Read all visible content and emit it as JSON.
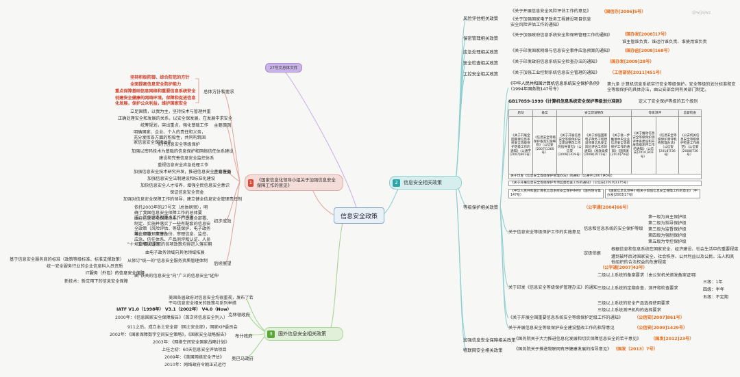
{
  "top_tag": "27号文总体文件",
  "center": "信息安全政策",
  "watermark": "@wjjsjwz",
  "b1": {
    "badge": "1",
    "title": "《国家信息化领导小组关于加强信息安全保障工作的意见》",
    "color": "#d94a38"
  },
  "b2": {
    "badge": "2",
    "title": "信息安全相关政策",
    "color": "#2aa6a8"
  },
  "b3": {
    "badge": "3",
    "title": "国外信息安全相关政策",
    "color": "#5aa636"
  },
  "left": {
    "g1_label": "总体方针和要求",
    "g1": [
      "坚持积极防御、综合防范的方针",
      "全面提高信息安全防护能力",
      "重点保障基础信息网络和重要信息系统安全",
      "创建安全健康的网络环境，保障和促进信息化发展，保护公众利益，维护国家安全"
    ],
    "g2_label": "主要原则",
    "g2": [
      "立足国情，以我为主，坚持技术与管理并重",
      "正确处理安全和发展的关系，以安全保发展，在发展中求安全",
      "统筹规划，突出重点，强化基础工作",
      "明确国家、企业、个人的责任和义务，充分发挥各方面的积极性，共同构筑国家信息安全保障体系"
    ],
    "g3_label": "主要任务",
    "g3": [
      "实行信息安全等级保护",
      "加强以密码技术为基础的信息保护和网络信任体系建设",
      "建设和完善信息安全监控体系",
      "重视信息安全应急处理工作",
      "加强信息安全技术研究开发，推进信息安全产业发展",
      "加强信息安全法制建设和标准化建设",
      "加快信息安全人才培养，增强全民信息安全意识",
      "保证信息安全资金",
      "加强对信息安全保障工作的领导，建立健全信息安全管理责任制"
    ],
    "g4_label": "初步成效",
    "g4": [
      "依托2003年的27号文（总体纲领），明确了我国信息安全保障工作的总体要求、工作思路和重点工作内容等",
      "围绕信息安全保障体系，广泛组合部署、制定、实施并落实了一些有配套的信息安全政策（风险评估、等级保护、电子政务等、应急预案等）",
      "某些领域：灾害备份、审理信息、监控、应急、信任体系、产品测评和认证、人员培训和认证等"
    ],
    "g5_label": "后续展望",
    "g5": [
      "\"十一五\"期间采取的各项政策均得进入落实期",
      "由电子政务领域向其他领域拓展",
      "从修订\"统一的\"信息安全服务资质管理体制",
      "IT服务（外包）的信息安全保障",
      "由\"铁关的信息安全\"向\"广义的信息安全\"延伸"
    ],
    "g5_side": [
      "基于信息安全服务商的标准（政策等级标准、标准支撑政策）",
      "统一安全服务行业的企业信息科人员资质",
      "新技术：新应用下的信息安全保障"
    ]
  },
  "right": {
    "c1": "风险评估相关政策",
    "c1_items": [
      "《关于开展信息安全风险评估工作的意见》",
      "《关于加强国家电子政务工程建设项目信息安全风险评估工作的通知》"
    ],
    "c1_tag": "（国信办[2006]5号）",
    "c2": "保密管理相关政策",
    "c2_items": [
      "《关于加强政府信息系统安全和保密管理工作的通知》"
    ],
    "c2_tag": "（国办发[2008]17号）",
    "c2_note": "谁主管谁负责、谁运行谁负责、谁使用谁负责",
    "c3": "应急处理相关政策",
    "c3_items": [
      "《关于印发国家网络与信息安全事件应急预案的通知》"
    ],
    "c3_tag": "（国办函[2008]168号）",
    "c4": "安全检查相关政策",
    "c4_items": [
      "《关于印发政府信息系统安全检查办法的通知》"
    ],
    "c4_tag": "（国办发[2009]28号）",
    "c5": "工控安全相关政策",
    "c5_items": [
      "《关于加强工业控制系统信息安全管理的通知》"
    ],
    "c5_tag": "（工信部协[2011]451号）",
    "d1": "《中华人民共和国计算机信息系统安全保护条例》（1994年国务院147号令）",
    "d1_note": "第九条 计算机信息系统实行安全等级保护。安全等级的划分标准和安全等级保护的具体办法，由公安部会同有关部门制定。",
    "d2": "GB17859-1999《计算机信息系统安全保护等级划分准则》",
    "d2_note": "定义了安全保护等级的五个级别",
    "table_head": [
      "启动",
      "备案",
      "安全建设整改",
      "",
      "等级测评",
      "",
      "监督检查"
    ],
    "table_body": [
      "《关于开展全国重要信息系统安全等级保护定级工作的通知》（公通字[2007]861号）",
      "《信息安全等级保护备案实施细则》（公信安[2007]1360号）",
      "《关于开展信息安全等级保护安全建设整改工作的指导意见》（公信安[2009]1429号）",
      "《关于加强国家电子政务工程建设项目信息安全风险评估工作的通知》（发改高技[2008]2071号）",
      "《关于进一步推进中央企业信息安全等级保护工作的通知》（国资发[2010]70号）",
      "《关于推动信息安全等级保护测评体系建设和开展等级测评工作的通知》（公信安[2010]303号）",
      "《信息安全等级保护测评机构管理办法》（公信安[2018]736号）",
      "《公安机关信息安全等级保护检查工作规范》（公信安[2008]736号）"
    ],
    "row_a": "关于印发《信息安全等级保护管理办法》的通知（公通字[2007]43号）",
    "row_b": "《关于开展信息安全等级保护专项监督检查工作的通知》（公信安[2010]1175号）",
    "row_c1": "《中华人民共和国计算机信息系统安全保护条例》（国务院令第147号）",
    "row_c2": "《国家信息化领导小组关于加强信息安全保障工作的意见》（中办发[2003]27号）",
    "c6": "等级保护相关政策",
    "e1": "关于信息安全等级保护工作的实施意见",
    "e1_tag": "（公字通[2004]66号）",
    "e2": "信息和信息系统的安全保护等级",
    "e2_items": [
      "第一级为自主保护级",
      "第二级为指导保护级",
      "第三级为监督保护级",
      "第四级为强制保护级",
      "第五级为专控保护级"
    ],
    "e3": "定级依据",
    "e3_items": [
      "根据信息和信息系统在国家安全、经济建设、社会生活中的重要程度",
      "遭到破坏后对国家安全、社会秩序、公共利益以及公民、法人和其他组织的合法权益的危害程度"
    ],
    "e4": "关于印发《信息安全等级保护管理办法》的通知",
    "e4_tag": "（公字通[2007]43号）",
    "e4_items": [
      "二级以上系统的备案要求（由公安机关颁发备案证明）",
      "三级以上系统的定期自查，测评和检查要求",
      "三级以上系统的安全产品选择使用要求",
      "三级以上系统测评机构的选择要求"
    ],
    "e4_freq": [
      "三级：1年",
      "四级：半年",
      "五级：不定期"
    ],
    "e5": "《关于开展全国重要信息系统安全等级保护定级工作的通知》",
    "e5_tag": "（公信安[2007]861号）",
    "e6": "关于开展信息安全等级保护安全建设整改工作的指导意见",
    "e6_tag": "（公信安[2009]1429号）",
    "c7": "加强信息安全保障相关政策",
    "c7_item": "《国务院关于大力推进信息化发展和切实保障信息安全的若干意见》",
    "c7_tag": "（国发[2012]23号）",
    "c8": "物联网安全相关政策",
    "c8_item": "《国务院关于推进物联网有序健康发展的指导意见》",
    "c8_tag": "（国发〔2013〕7号）"
  },
  "bottom": {
    "f1": "美国各届政府对信息安全均很重视，发布了若干与信息安全相关的政策与系列举措",
    "f2_label": "克林顿政府",
    "f2": [
      "IATF V1.0（1998年） V3.1（2002年） V4.0（Now）",
      "2000年：《信息国家安全保障报告》（首次将信息安全列入）"
    ],
    "f3_label": "布什政府",
    "f3": [
      "911之后，成立本土安全部（国土安全部），国家KIP委员会",
      "2002年：《国家保障数字空间安全策略》，《国家安全战略报告》",
      "2003年：《网络空间安全国家战略计划》"
    ],
    "f4_label": "奥巴马政府",
    "f4": [
      "上任之初：60天信息安全评估项目",
      "2009年：《美国网络安全评估》",
      "2010年：网络政府令朝正式运行"
    ]
  }
}
